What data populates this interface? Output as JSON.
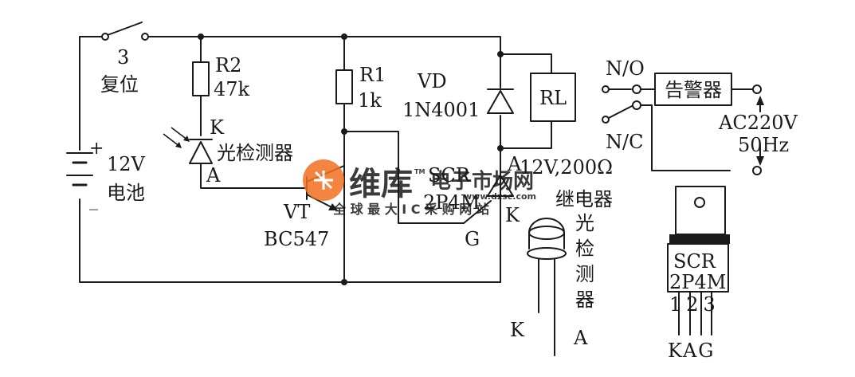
{
  "labels": {
    "switch_num": "3",
    "switch_name": "复位",
    "battery_plus": "+",
    "battery_minus": "_",
    "battery_v": "12V",
    "battery_name": "电池",
    "r2_name": "R2",
    "r2_val": "47k",
    "r1_name": "R1",
    "r1_val": "1k",
    "pd_k": "K",
    "pd_name": "光检测器",
    "pd_a": "A",
    "vt_name": "VT",
    "vt_part": "BC547",
    "vd_name": "VD",
    "vd_part": "1N4001",
    "relay_name": "RL",
    "scr_name": "SCR",
    "scr_part": "2P4M",
    "scr_a": "A",
    "scr_k": "K",
    "scr_g": "G",
    "relay_spec": "12V,200Ω",
    "relay_kind": "继电器",
    "no_label": "N/O",
    "nc_label": "N/C",
    "alarm": "告警器",
    "mains_v": "AC220V",
    "mains_f": "50Hz",
    "pd_vertical": [
      "光",
      "检",
      "测",
      "器"
    ],
    "pd_pkg_a": "A",
    "pd_pkg_k": "K",
    "pkg_scr": "SCR",
    "pkg_part": "2P4M",
    "pkg_pins": "123",
    "pkg_pin_names": "KAG"
  },
  "watermark": {
    "brand": "维库",
    "brand_sub": "电子市场网",
    "tm": "TM",
    "url": "www.dzsc.com",
    "slogan": "全 球 最 大 I C 采 购 网 站",
    "color": "#f37021"
  }
}
